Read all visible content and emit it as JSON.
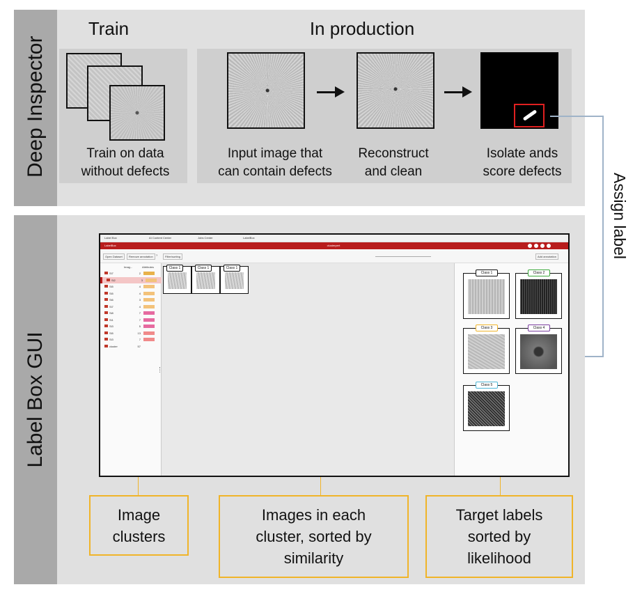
{
  "deep_inspector": {
    "section_label": "Deep Inspector",
    "train_heading": "Train",
    "production_heading": "In production",
    "train_caption": [
      "Train on data",
      "without defects"
    ],
    "steps": [
      {
        "caption": [
          "Input image that",
          "can contain defects"
        ]
      },
      {
        "caption": [
          "Reconstruct",
          "and clean"
        ]
      },
      {
        "caption": [
          "Isolate ands",
          "score defects"
        ]
      }
    ]
  },
  "assign_label": "Assign label",
  "label_box": {
    "section_label": "Label Box GUI",
    "gui": {
      "browser_tabs": [
        "Label Box",
        "AI Content Center",
        "Jobs Center",
        "LabelBox"
      ],
      "app_name": "LabelBox",
      "window_title": "clusterpert",
      "toolbar": {
        "open_dataset": "Open Dataset",
        "remove_annotation": "Remove annotation",
        "help": "?",
        "filter": "Filter/sorting",
        "add_annotation": "Add annotation"
      },
      "cluster_columns": [
        "Imag...",
        "Attributes"
      ],
      "clusters": [
        {
          "name": "Si7",
          "count": "2",
          "bar": "#e8b24a"
        },
        {
          "name": "Si2",
          "count": "3",
          "bar": "#f3c27a"
        },
        {
          "name": "Si5",
          "count": "4",
          "bar": "#f3c27a"
        },
        {
          "name": "Si5",
          "count": "4",
          "bar": "#f3c27a"
        },
        {
          "name": "Si6",
          "count": "3",
          "bar": "#f3c27a"
        },
        {
          "name": "Si7",
          "count": "4",
          "bar": "#f3c27a"
        },
        {
          "name": "Si8",
          "count": "7",
          "bar": "#e66aa0"
        },
        {
          "name": "Si1",
          "count": "7",
          "bar": "#e66aa0"
        },
        {
          "name": "Si3",
          "count": "5",
          "bar": "#e66aa0"
        },
        {
          "name": "Si5",
          "count": "13",
          "bar": "#f08a8a"
        },
        {
          "name": "Si3",
          "count": "7",
          "bar": "#f08a8a"
        },
        {
          "name": "cluster",
          "count": "57",
          "bar": ""
        }
      ],
      "images": [
        {
          "tag": "Class 1"
        },
        {
          "tag": "Class 1"
        },
        {
          "tag": "Class 1"
        }
      ],
      "targets": [
        {
          "label": "Class 1",
          "color": "#111111"
        },
        {
          "label": "Class 2",
          "color": "#3aa83a"
        },
        {
          "label": "Class 3",
          "color": "#f0b429"
        },
        {
          "label": "Class 4",
          "color": "#7b3fa0"
        },
        {
          "label": "Class 5",
          "color": "#4fb6d6"
        }
      ],
      "accent_color": "#b81c1c"
    },
    "notes": [
      {
        "lines": [
          "Image",
          "clusters"
        ]
      },
      {
        "lines": [
          "Images in each",
          "cluster, sorted by",
          "similarity"
        ]
      },
      {
        "lines": [
          "Target labels",
          "sorted by",
          "likelihood"
        ]
      }
    ]
  }
}
